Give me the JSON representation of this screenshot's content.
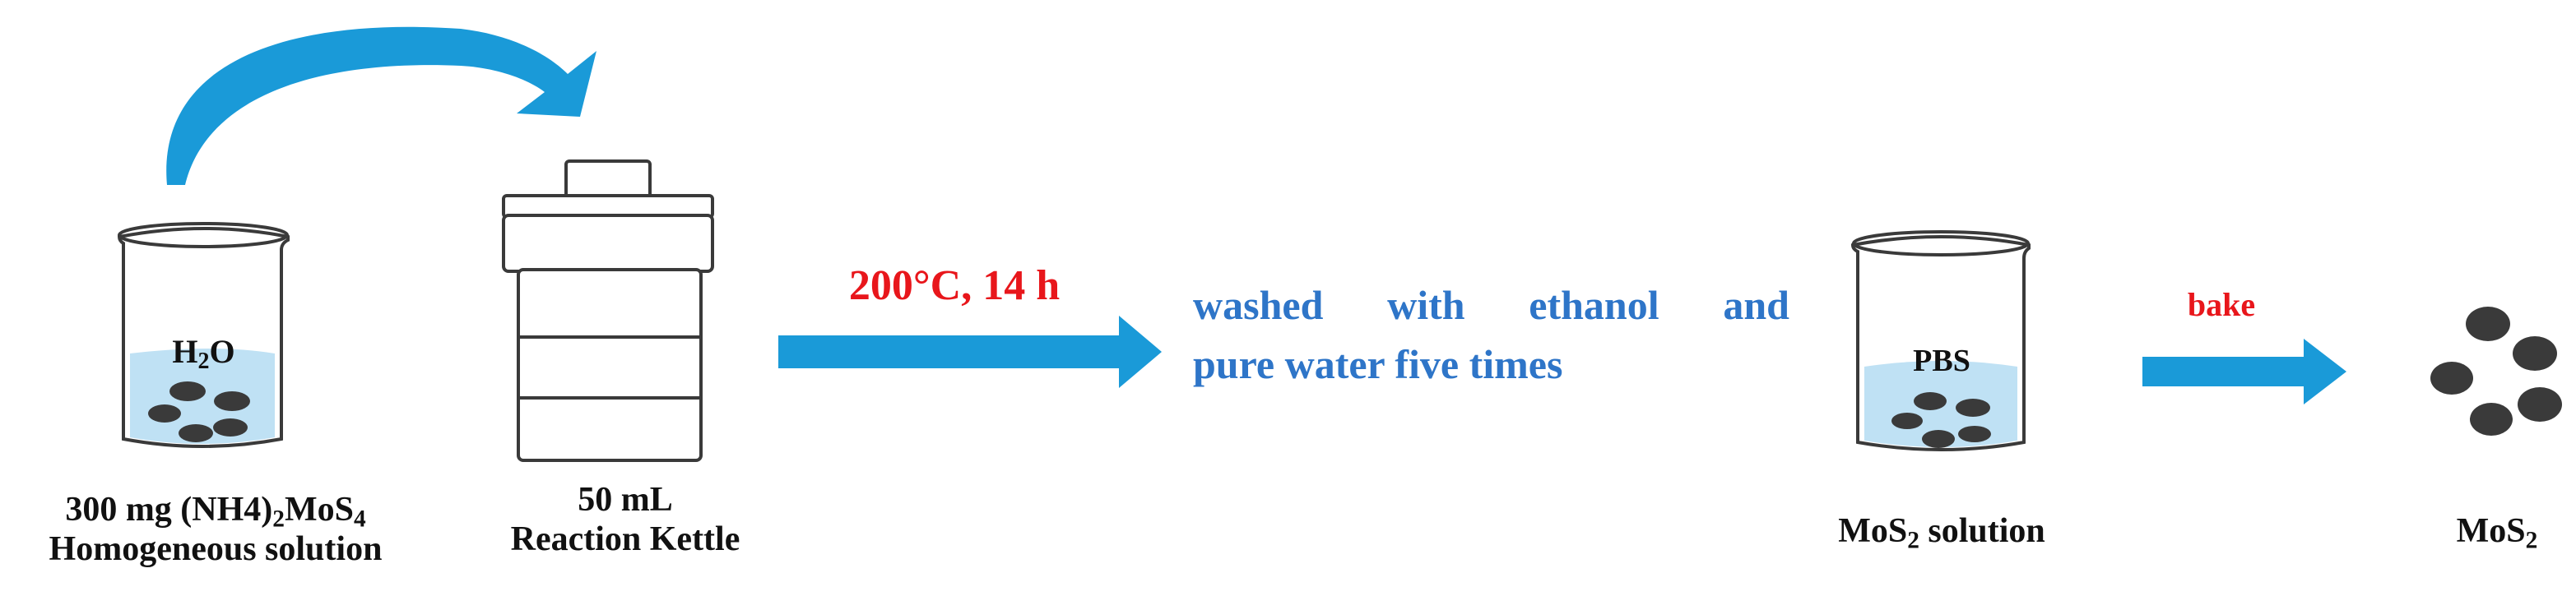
{
  "colors": {
    "arrow_blue": "#1a9ad8",
    "liquid_blue": "#bfe1f4",
    "particle": "#3a3a3a",
    "condition_red": "#e8161b",
    "wash_text_blue": "#2e75c8"
  },
  "steps": {
    "beaker1": {
      "liquid_label": "H",
      "liquid_label_sub": "2",
      "liquid_label_tail": "O",
      "caption_line1_a": "300 mg (NH4)",
      "caption_line1_sub1": "2",
      "caption_line1_b": "MoS",
      "caption_line1_sub2": "4",
      "caption_line2": "Homogeneous solution"
    },
    "kettle": {
      "caption_line1": "50 mL",
      "caption_line2": "Reaction Kettle"
    },
    "reaction_condition": "200°C, 14 h",
    "washing": {
      "words_line1": [
        "washed",
        "with",
        "ethanol",
        "and"
      ],
      "line2": "pure water five times"
    },
    "beaker2": {
      "liquid_label": "PBS",
      "caption_a": "MoS",
      "caption_sub": "2",
      "caption_b": " solution"
    },
    "bake_label": "bake",
    "product": {
      "caption_a": "MoS",
      "caption_sub": "2"
    }
  }
}
